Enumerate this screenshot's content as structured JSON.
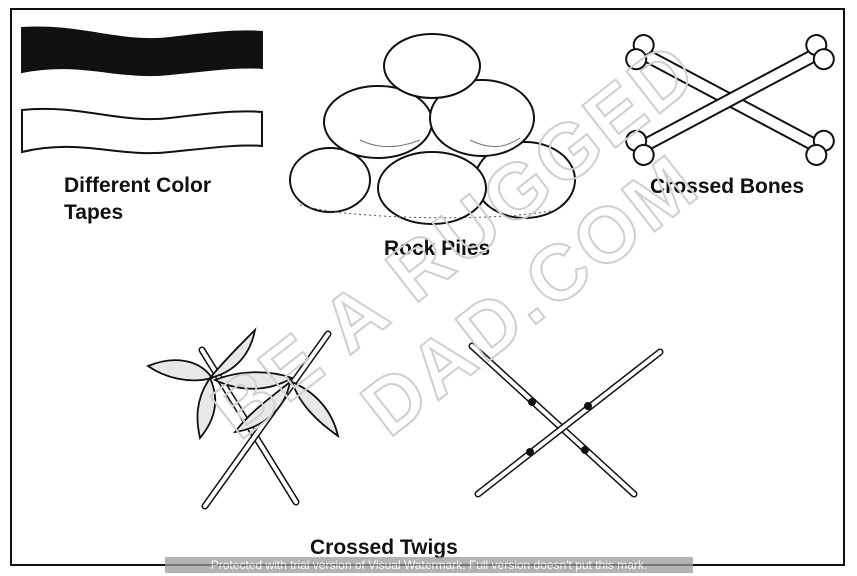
{
  "markers": {
    "tapes_label_line1": "Different Color",
    "tapes_label_line2": "Tapes",
    "rocks_label": "Rock Piles",
    "bones_label": "Crossed Bones",
    "twigs_label": "Crossed Twigs"
  },
  "watermark": {
    "diagonal_text_line1": "BE A RUGGED",
    "diagonal_text_line2": "DAD.COM",
    "banner_text": "Protected with trial version of Visual Watermark. Full version doesn't put this mark."
  },
  "colors": {
    "ink": "#111111",
    "tape_dark": "#111111",
    "paper": "#ffffff",
    "banner": "#9a9a9a"
  }
}
